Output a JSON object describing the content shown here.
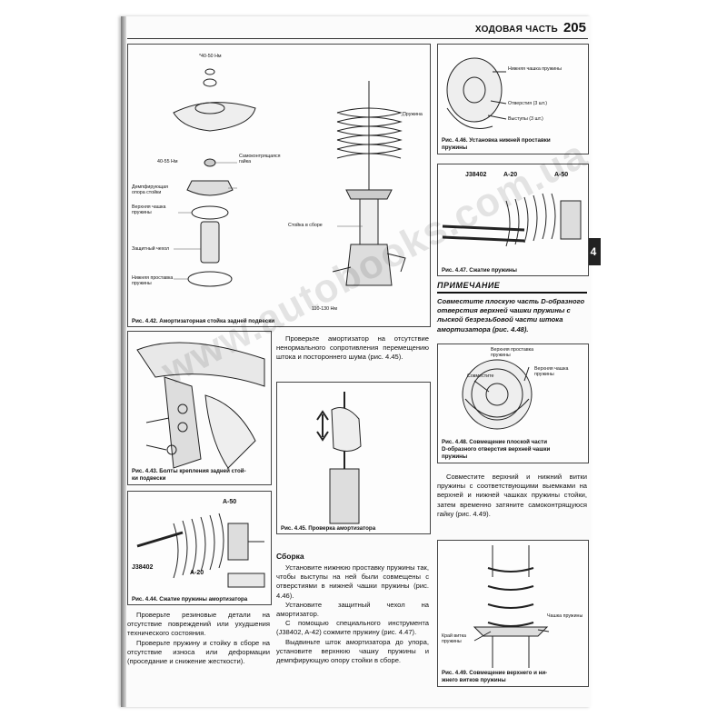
{
  "header": {
    "section": "ХОДОВАЯ ЧАСТЬ",
    "page_number": "205"
  },
  "tab_label": "4",
  "watermark": "www.autobooks.com.ua",
  "fig442": {
    "caption": "Рис. 4.42. Амортизаторная стойка задней подвески",
    "labels": {
      "torque_top": "*40-50 Нм",
      "torque_mid": "40-55 Нм",
      "self_lock_nut": "Самоконтрящаяся гайка",
      "damper_mount": "Демпфирующая опора стойки",
      "upper_seat": "Верхняя чашка пружины",
      "boot": "Защитный чехол",
      "lower_pad": "Нижняя проставка пружины",
      "spring": "Пружина",
      "strut_assembly": "Стойка в сборе",
      "torque_bottom": "110-130 Нм"
    }
  },
  "fig443": {
    "caption_a": "Рис. 4.43. Болты крепления задней стой-",
    "caption_b": "ки подвески"
  },
  "fig444": {
    "caption": "Рис. 4.44. Сжатие пружины амортизатора",
    "label_a50": "A-50",
    "label_j": "J38402",
    "label_a20": "A-20"
  },
  "fig445": {
    "caption": "Рис. 4.45. Проверка амортизатора"
  },
  "fig446": {
    "caption_a": "Рис. 4.46. Установка нижней проставки",
    "caption_b": "пружины",
    "label_lower_seat": "Нижняя чашка пружины",
    "label_holes": "Отверстия (3 шт.)",
    "label_bosses": "Выступы (3 шт.)"
  },
  "fig447": {
    "caption": "Рис. 4.47. Сжатие пружины",
    "label_j": "J38402",
    "label_a20": "A-20",
    "label_a50": "A-50"
  },
  "fig448": {
    "caption_a": "Рис. 4.48. Совмещение плоской части",
    "caption_b": "D-образного отверстия верхней чашки",
    "caption_c": "пружины",
    "label_upper_pad": "Верхняя проставка пружины",
    "label_align": "Совместите",
    "label_upper_seat": "Верхняя чашка пружины"
  },
  "fig449": {
    "caption_a": "Рис. 4.49. Совмещение верхнего и ни-",
    "caption_b": "жнего витков пружины",
    "label_coil_edge": "Край витка пружины",
    "label_seat": "Чашка пружины"
  },
  "text": {
    "col2_top": "Проверьте амортизатор на отсутствие ненормального сопротивления перемещению штока и постороннего шума (рис. 4.45).",
    "col1_p1": "Проверьте резиновые детали на отсутствие повреждений или ухудшения технического состояния.",
    "col1_p2": "Проверьте пружину и стойку в сборе на отсутствие износа или деформации (проседание и снижение жесткости).",
    "assembly_head": "Сборка",
    "col2_p1": "Установите нижнюю проставку пружины так, чтобы выступы на ней были совмещены с отверстиями в нижней чашки пружины (рис. 4.46).",
    "col2_p2": "Установите защитный чехол на амортизатор.",
    "col2_p3": "С помощью специального инструмента (J38402, A-42) сожмите пружину (рис. 4.47).",
    "col2_p4": "Выдвиньте шток амортизатора до упора, установите верхнюю чашку пружины и демпфирующую опору стойки в сборе.",
    "note_title": "ПРИМЕЧАНИЕ",
    "note_body": "Совместите плоскую часть D-образного отверстия верхней чашки пружины с лыской безрезьбовой части штока амортизатора (рис. 4.48).",
    "col3_p1": "Совместите верхний и нижний витки пружины с соответствующими выемками на верхней и нижней чашках пружины стойки, затем временно затяните самоконтрящуюся гайку (рис. 4.49)."
  }
}
